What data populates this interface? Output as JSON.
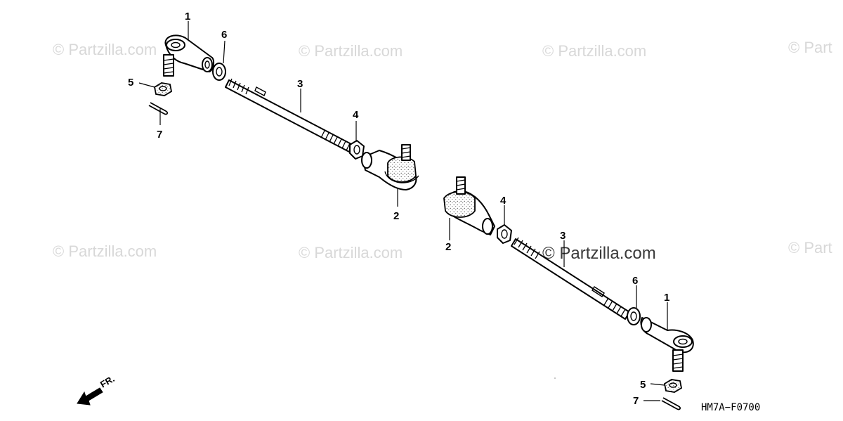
{
  "watermarks": {
    "text": "© Partzilla.com",
    "partial": "© Part",
    "main": "© Partzilla.com"
  },
  "callouts": {
    "tie_rod_end_inner": "1",
    "tie_rod_end_outer": "2",
    "tie_rod": "3",
    "lock_nut": "4",
    "castle_nut": "5",
    "washer": "6",
    "cotter_pin": "7"
  },
  "direction_label": "FR.",
  "diagram_code": "HM7A−F0700"
}
